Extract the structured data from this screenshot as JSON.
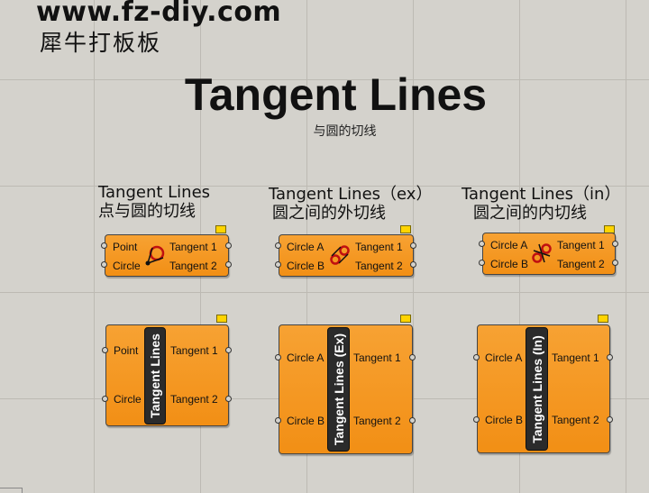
{
  "watermark": {
    "url": "www.fz-diy.com",
    "name": "犀牛打板板"
  },
  "header": {
    "title": "Tangent Lines",
    "subtitle": "与圆的切线"
  },
  "sections": [
    {
      "title": "Tangent Lines",
      "subtitle": "点与圆的切线"
    },
    {
      "title": "Tangent Lines（ex）",
      "subtitle": "圆之间的外切线"
    },
    {
      "title": "Tangent Lines（in）",
      "subtitle": "圆之间的内切线"
    }
  ],
  "components": {
    "small": [
      {
        "inputs": [
          "Point",
          "Circle"
        ],
        "outputs": [
          "Tangent 1",
          "Tangent 2"
        ]
      },
      {
        "inputs": [
          "Circle A",
          "Circle B"
        ],
        "outputs": [
          "Tangent 1",
          "Tangent 2"
        ]
      },
      {
        "inputs": [
          "Circle A",
          "Circle B"
        ],
        "outputs": [
          "Tangent 1",
          "Tangent 2"
        ]
      }
    ],
    "large": [
      {
        "name": "Tangent Lines",
        "inputs": [
          "Point",
          "Circle"
        ],
        "outputs": [
          "Tangent 1",
          "Tangent 2"
        ]
      },
      {
        "name": "Tangent Lines (Ex)",
        "inputs": [
          "Circle A",
          "Circle B"
        ],
        "outputs": [
          "Tangent 1",
          "Tangent 2"
        ]
      },
      {
        "name": "Tangent Lines (In)",
        "inputs": [
          "Circle A",
          "Circle B"
        ],
        "outputs": [
          "Tangent 1",
          "Tangent 2"
        ]
      }
    ]
  },
  "colors": {
    "component": "#f49a26",
    "canvas": "#d4d2cc",
    "flag": "#ffd400",
    "nameBar": "#2b2b2b"
  },
  "icons": [
    "tangent-point-icon",
    "tangent-ex-icon",
    "tangent-in-icon"
  ]
}
